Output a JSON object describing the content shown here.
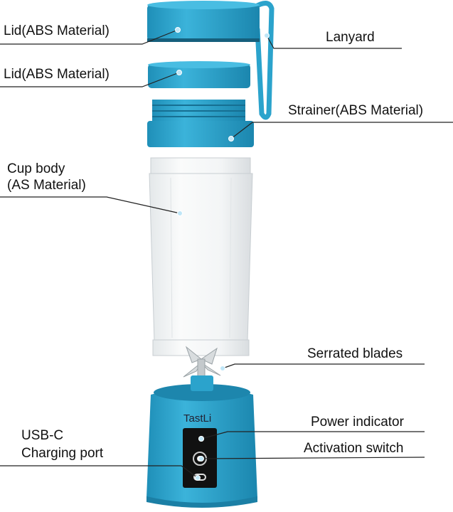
{
  "colors": {
    "body_blue": "#2ba3cc",
    "body_blue_dark": "#1d86ad",
    "panel": "#111111",
    "line": "#222222"
  },
  "brand_logo": "TastLi",
  "labels": {
    "lid_top": "Lid(ABS Material)",
    "lid_second": "Lid(ABS Material)",
    "lanyard": "Lanyard",
    "strainer": "Strainer(ABS Material)",
    "cup_body_line1": "Cup body",
    "cup_body_line2": "(AS Material)",
    "serrated_blades": "Serrated blades",
    "power_indicator": "Power indicator",
    "activation_switch": "Activation switch",
    "usb_c_line1": "USB-C",
    "usb_c_line2": "Charging port"
  }
}
